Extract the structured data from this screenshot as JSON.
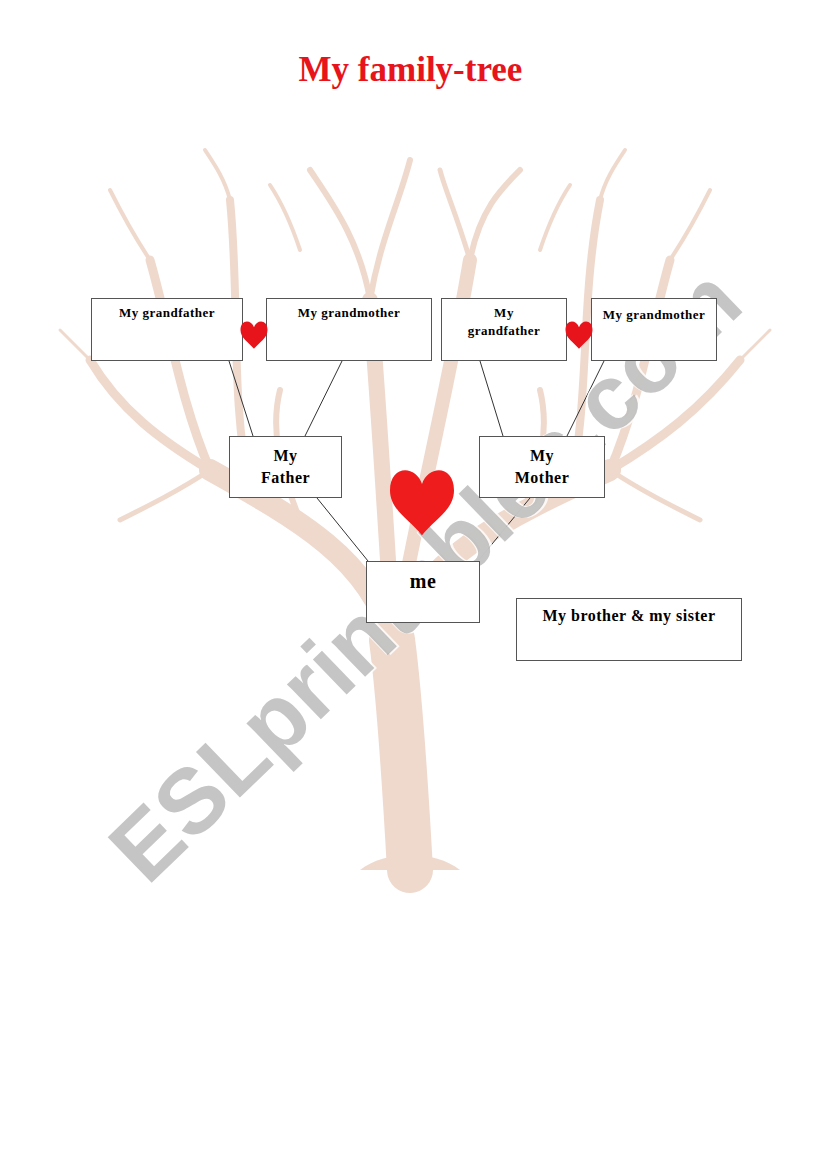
{
  "diagram": {
    "title": "My family-tree",
    "nodes": [
      {
        "text": [
          "My grandfather"
        ]
      },
      {
        "text": [
          "My grandmother"
        ]
      },
      {
        "text": [
          "My grandfather"
        ]
      },
      {
        "text": [
          "My grandmother"
        ]
      },
      {
        "text": [
          "My Father"
        ]
      },
      {
        "text": [
          "My Mother"
        ]
      },
      {
        "text": [
          "me"
        ]
      },
      {
        "text": [
          "My brother & my sister"
        ]
      }
    ],
    "edges": [
      {
        "from": 0,
        "to": 4,
        "arrow": "none"
      },
      {
        "from": 1,
        "to": 4,
        "arrow": "none"
      },
      {
        "from": 2,
        "to": 5,
        "arrow": "none"
      },
      {
        "from": 3,
        "to": 5,
        "arrow": "none"
      },
      {
        "from": 4,
        "to": 6,
        "arrow": "none"
      },
      {
        "from": 5,
        "to": 6,
        "arrow": "none"
      }
    ],
    "labels": [
      "ESLprintables.com"
    ]
  }
}
